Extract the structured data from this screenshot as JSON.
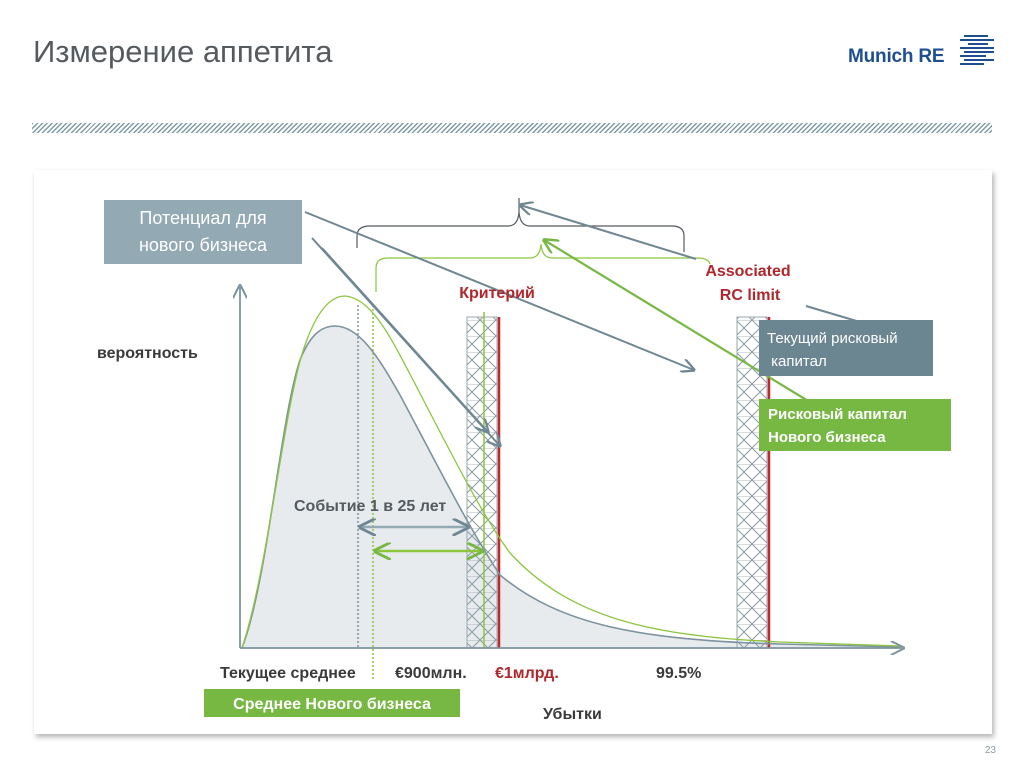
{
  "slide": {
    "title": "Измерение аппетита",
    "page_number": "23"
  },
  "logo": {
    "text": "Munich RE",
    "color": "#1d4f91"
  },
  "diagram": {
    "labels": {
      "potential": [
        "Потенциал для",
        "нового бизнеса"
      ],
      "criterion": "Критерий",
      "associated": [
        "Associated",
        "RC limit"
      ],
      "current_rc": [
        "Текущий рисковый",
        " капитал"
      ],
      "new_rc": [
        "Рисковый капитал",
        "Нового бизнеса"
      ],
      "probability": "вероятность",
      "event": "Событие 1 в 25 лет",
      "current_mean": "Текущее среднее",
      "amount_900": "€900млн.",
      "amount_1bn": "€1млрд.",
      "pct": "99.5%",
      "new_mean": "Среднее Нового бизнеса",
      "losses": "Убытки"
    },
    "colors": {
      "axis": "#7d939e",
      "current_curve": "#7d939e",
      "new_curve": "#8cc63f",
      "red_line": "#c0282d",
      "label_box_grey": "#93a9b4",
      "label_box_dark": "#6b8591",
      "label_box_green": "#77b843",
      "text_dark": "#3a3a3a",
      "text_red": "#b0262b"
    }
  }
}
